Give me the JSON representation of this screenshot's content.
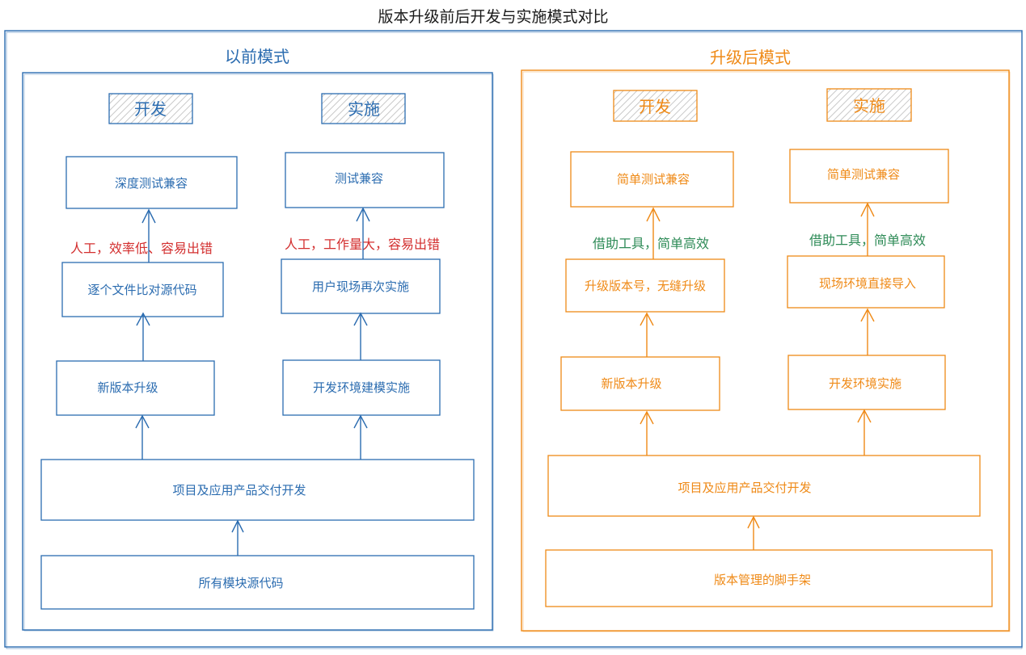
{
  "title": "版本升级前后开发与实施模式对比",
  "colors": {
    "outer": "#2b6cb0",
    "old": "#2b6cb0",
    "new": "#ef8a17",
    "warn": "#d32f2f",
    "good": "#2e8b57",
    "hatch": "#c9c9c9",
    "title": "#1a1a1a"
  },
  "old_mode": {
    "heading": "以前模式",
    "dev_label": "开发",
    "impl_label": "实施",
    "dev_top": "深度测试兼容",
    "dev_note": "人工，效率低、容易出错",
    "dev_mid": "逐个文件比对源代码",
    "dev_bottom": "新版本升级",
    "impl_top": "测试兼容",
    "impl_note": "人工，工作量大，容易出错",
    "impl_mid": "用户现场再次实施",
    "impl_bottom": "开发环境建模实施",
    "wide_box": "项目及应用产品交付开发",
    "base_box": "所有模块源代码"
  },
  "new_mode": {
    "heading": "升级后模式",
    "dev_label": "开发",
    "impl_label": "实施",
    "dev_top": "简单测试兼容",
    "dev_note": "借助工具，简单高效",
    "dev_mid": "升级版本号，无缝升级",
    "dev_bottom": "新版本升级",
    "impl_top": "简单测试兼容",
    "impl_note": "借助工具，简单高效",
    "impl_mid": "现场环境直接导入",
    "impl_bottom": "开发环境实施",
    "wide_box": "项目及应用产品交付开发",
    "base_box": "版本管理的脚手架"
  }
}
